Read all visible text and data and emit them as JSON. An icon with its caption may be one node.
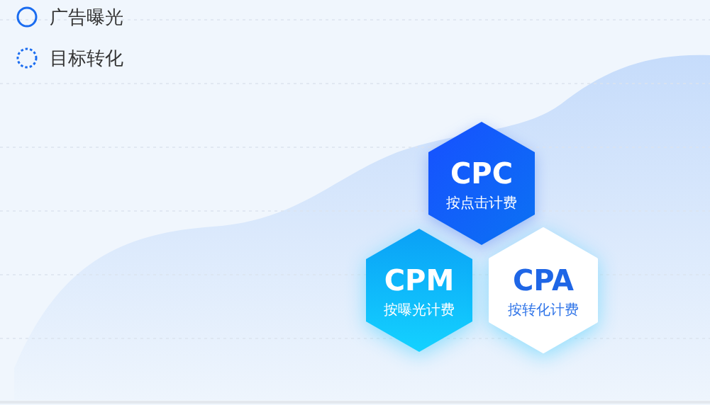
{
  "diagram": {
    "nodes": [
      {
        "text": [
          "CPC",
          "按点击计费"
        ]
      },
      {
        "text": [
          "CPM",
          "按曝光计费"
        ]
      },
      {
        "text": [
          "CPA",
          "按转化计费"
        ]
      }
    ],
    "legend": [
      {
        "text": "广告曝光"
      },
      {
        "text": "目标转化"
      }
    ]
  }
}
